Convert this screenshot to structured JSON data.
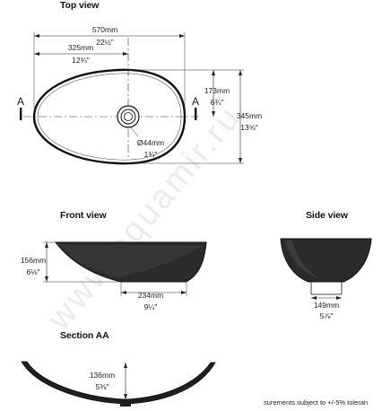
{
  "watermark": "www.aquamir.ru",
  "views": {
    "top": {
      "title": "Top view",
      "overall_length_mm": "570mm",
      "overall_length_in": "22½\"",
      "drain_offset_mm": "325mm",
      "drain_offset_in": "12¾\"",
      "half_width_mm": "173mm",
      "half_width_in": "6¾\"",
      "overall_width_mm": "345mm",
      "overall_width_in": "13⅝\"",
      "drain_diameter_mm": "Ø44mm",
      "drain_diameter_in": "1¾\"",
      "section_marker": "A"
    },
    "front": {
      "title": "Front view",
      "height_mm": "156mm",
      "height_in": "6⅛\"",
      "base_mm": "234mm",
      "base_in": "9¼\""
    },
    "side": {
      "title": "Side view",
      "base_mm": "149mm",
      "base_in": "5⅞\""
    },
    "section": {
      "title": "Section AA",
      "depth_mm": "136mm",
      "depth_in": "5⅜\""
    }
  },
  "footnote": "surements subject to +/-5% toleran"
}
